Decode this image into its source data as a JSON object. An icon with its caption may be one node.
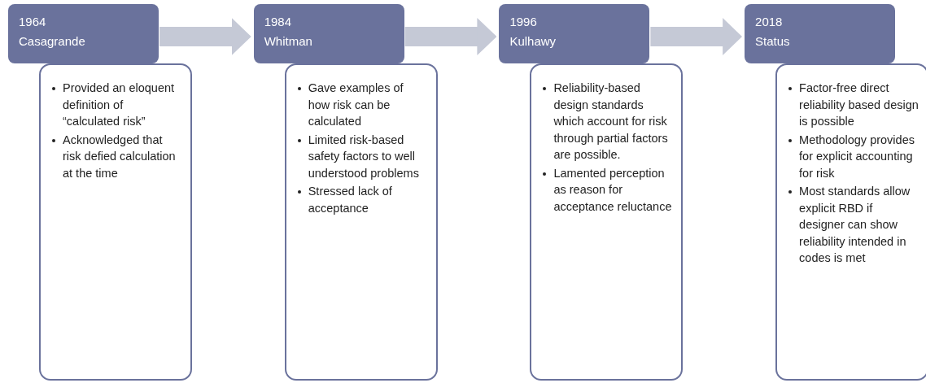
{
  "diagram": {
    "nodes": [
      {
        "text": [
          "1964",
          "Casagrande"
        ]
      },
      {
        "text": [
          "Provided an eloquent definition of “calculated risk”",
          "Acknowledged that risk defied calculation at the time"
        ]
      },
      {
        "text": [
          "1984",
          "Whitman"
        ]
      },
      {
        "text": [
          "Gave examples of how risk can be calculated",
          "Limited risk-based safety factors to well understood problems",
          "Stressed lack of acceptance"
        ]
      },
      {
        "text": [
          "1996",
          "Kulhawy"
        ]
      },
      {
        "text": [
          "Reliability-based design standards which account for risk through partial factors are possible.",
          "Lamented perception as reason for acceptance reluctance"
        ]
      },
      {
        "text": [
          "2018",
          "Status"
        ]
      },
      {
        "text": [
          "Factor-free direct reliability based design is possible",
          "Methodology provides for explicit accounting for risk",
          "Most standards allow explicit RBD if designer can show reliability intended in codes is met"
        ]
      }
    ],
    "edges": [
      {
        "from": 0,
        "to": 2,
        "arrow": "to"
      },
      {
        "from": 2,
        "to": 4,
        "arrow": "to"
      },
      {
        "from": 4,
        "to": 6,
        "arrow": "to"
      }
    ]
  }
}
